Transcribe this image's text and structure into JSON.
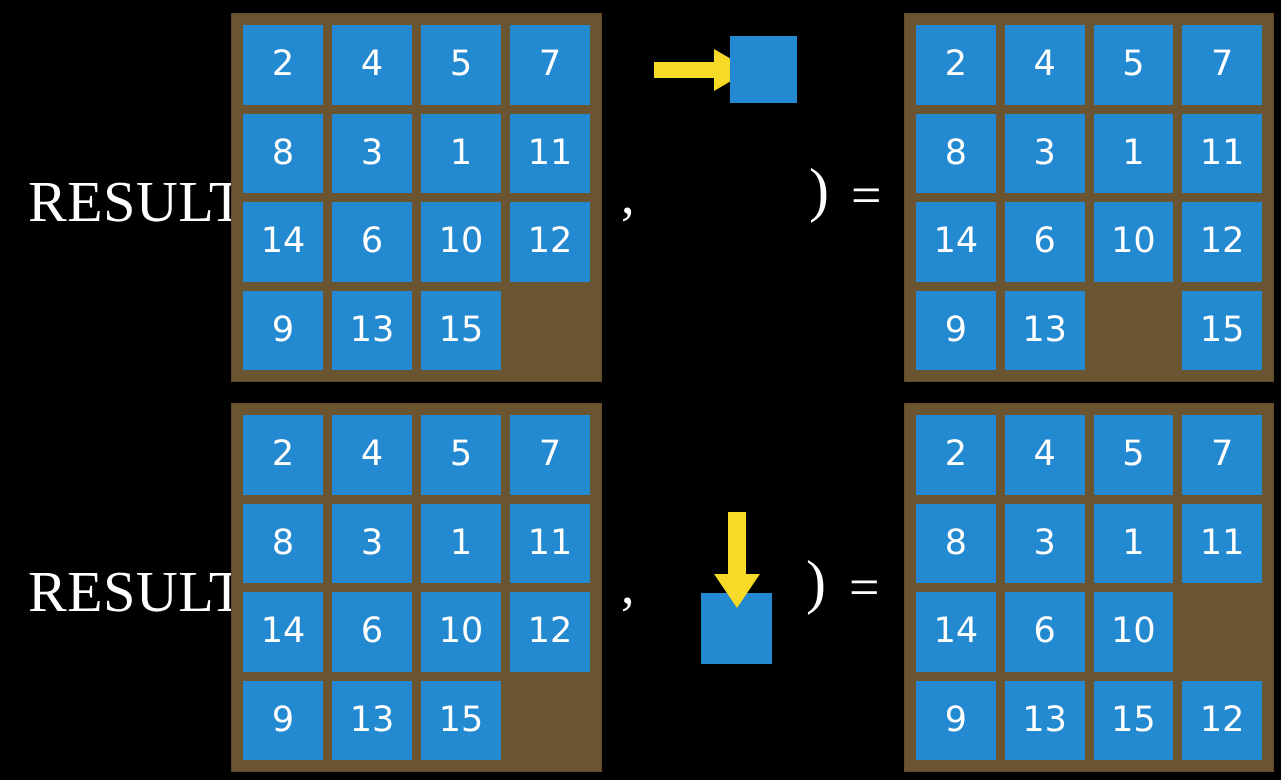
{
  "background_color": "#000000",
  "palette": {
    "board_brown": "#6b5430",
    "tile_blue": "#2389d0",
    "arrow_yellow": "#f7d928",
    "text_white": "#ffffff"
  },
  "symbols": {
    "result_label": "RESULT(",
    "comma": ",",
    "close_paren": ")",
    "equals": "="
  },
  "rows": [
    {
      "id": "move-right",
      "label": "RESULT(",
      "input_board": {
        "rows": 4,
        "cols": 4,
        "tiles": [
          [
            "2",
            "4",
            "5",
            "7"
          ],
          [
            "8",
            "3",
            "1",
            "11"
          ],
          [
            "14",
            "6",
            "10",
            "12"
          ],
          [
            "9",
            "13",
            "15",
            ""
          ]
        ]
      },
      "action": {
        "direction": "right",
        "arrow_icon": "arrow-right-icon",
        "tile_label": ""
      },
      "output_board": {
        "rows": 4,
        "cols": 4,
        "tiles": [
          [
            "2",
            "4",
            "5",
            "7"
          ],
          [
            "8",
            "3",
            "1",
            "11"
          ],
          [
            "14",
            "6",
            "10",
            "12"
          ],
          [
            "9",
            "13",
            "",
            "15"
          ]
        ]
      }
    },
    {
      "id": "move-down",
      "label": "RESULT(",
      "input_board": {
        "rows": 4,
        "cols": 4,
        "tiles": [
          [
            "2",
            "4",
            "5",
            "7"
          ],
          [
            "8",
            "3",
            "1",
            "11"
          ],
          [
            "14",
            "6",
            "10",
            "12"
          ],
          [
            "9",
            "13",
            "15",
            ""
          ]
        ]
      },
      "action": {
        "direction": "down",
        "arrow_icon": "arrow-down-icon",
        "tile_label": ""
      },
      "output_board": {
        "rows": 4,
        "cols": 4,
        "tiles": [
          [
            "2",
            "4",
            "5",
            "7"
          ],
          [
            "8",
            "3",
            "1",
            "11"
          ],
          [
            "14",
            "6",
            "10",
            ""
          ],
          [
            "9",
            "13",
            "15",
            "12"
          ]
        ]
      }
    }
  ]
}
